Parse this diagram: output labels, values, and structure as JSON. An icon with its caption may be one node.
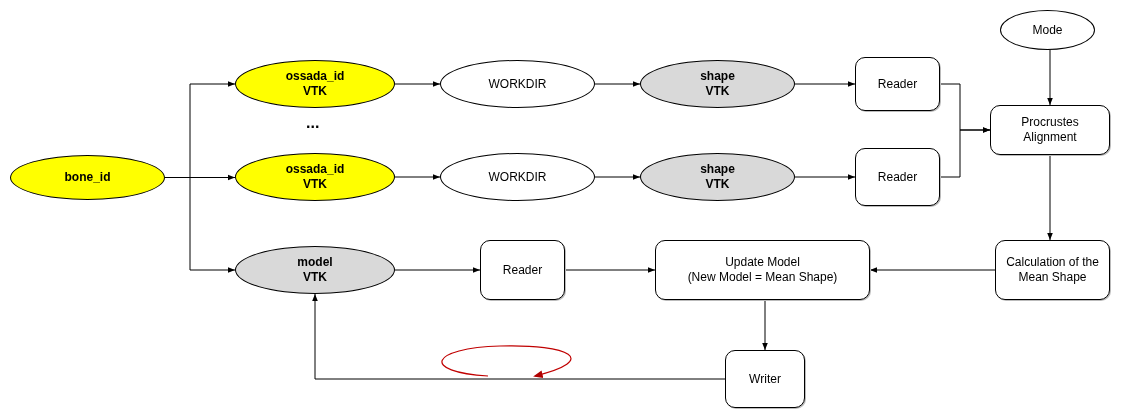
{
  "diagram": {
    "nodes": [
      {
        "text": [
          "bone_id"
        ]
      },
      {
        "text": [
          "ossada_id",
          "VTK"
        ]
      },
      {
        "text": [
          "WORKDIR"
        ]
      },
      {
        "text": [
          "shape",
          "VTK"
        ]
      },
      {
        "text": [
          "Reader"
        ]
      },
      {
        "text": [
          "ossada_id",
          "VTK"
        ]
      },
      {
        "text": [
          "WORKDIR"
        ]
      },
      {
        "text": [
          "shape",
          "VTK"
        ]
      },
      {
        "text": [
          "Reader"
        ]
      },
      {
        "text": [
          "model",
          "VTK"
        ]
      },
      {
        "text": [
          "Reader"
        ]
      },
      {
        "text": [
          "Update Model",
          "(New Model = Mean Shape)"
        ]
      },
      {
        "text": [
          "Writer"
        ]
      },
      {
        "text": [
          "Mode"
        ]
      },
      {
        "text": [
          "Procrustes Alignment"
        ]
      },
      {
        "text": [
          "Calculation of the Mean Shape"
        ]
      }
    ],
    "edges": [
      {
        "from": 0,
        "to": 1,
        "arrow": "to"
      },
      {
        "from": 0,
        "to": 5,
        "arrow": "to"
      },
      {
        "from": 0,
        "to": 9,
        "arrow": "to"
      },
      {
        "from": 1,
        "to": 2,
        "arrow": "to"
      },
      {
        "from": 2,
        "to": 3,
        "arrow": "to"
      },
      {
        "from": 3,
        "to": 4,
        "arrow": "to"
      },
      {
        "from": 5,
        "to": 6,
        "arrow": "to"
      },
      {
        "from": 6,
        "to": 7,
        "arrow": "to"
      },
      {
        "from": 7,
        "to": 8,
        "arrow": "to"
      },
      {
        "from": 4,
        "to": 14,
        "arrow": "to"
      },
      {
        "from": 8,
        "to": 14,
        "arrow": "to"
      },
      {
        "from": 13,
        "to": 14,
        "arrow": "to"
      },
      {
        "from": 14,
        "to": 15,
        "arrow": "to"
      },
      {
        "from": 15,
        "to": 11,
        "arrow": "to"
      },
      {
        "from": 9,
        "to": 10,
        "arrow": "to"
      },
      {
        "from": 10,
        "to": 11,
        "arrow": "to"
      },
      {
        "from": 11,
        "to": 12,
        "arrow": "to"
      },
      {
        "from": 12,
        "to": 9,
        "arrow": "to"
      }
    ],
    "labels": [
      "..."
    ]
  }
}
